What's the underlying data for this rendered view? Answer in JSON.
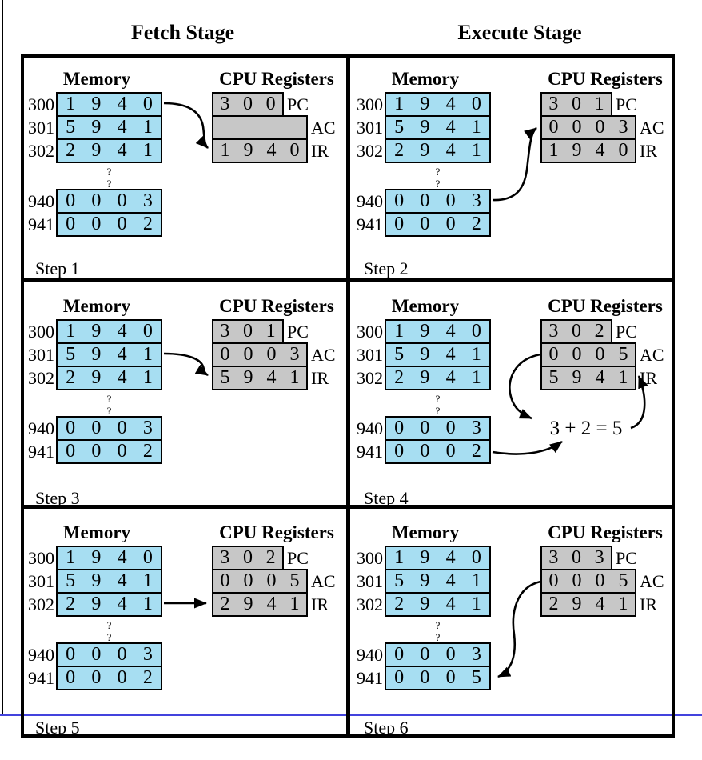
{
  "figure": {
    "stage_headers": [
      "Fetch Stage",
      "Execute Stage"
    ],
    "memory_title": "Memory",
    "registers_title": "CPU Registers",
    "register_labels": {
      "pc": "PC",
      "ac": "AC",
      "ir": "IR"
    },
    "memory_addresses": [
      "300",
      "301",
      "302",
      "940",
      "941"
    ],
    "gap_symbol": "?",
    "colors": {
      "memory_cell": "#a7def2",
      "register_cell": "#c7c7c7",
      "line_black": "#000000",
      "page_rule_blue": "#4343dd"
    }
  },
  "steps": [
    {
      "label": "Step 1",
      "memory": [
        "1 9 4 0",
        "5 9 4 1",
        "2 9 4 1",
        "0 0 0 3",
        "0 0 0 2"
      ],
      "registers": {
        "pc": "3 0 0",
        "ac": "",
        "ir": "1 9 4 0"
      },
      "arrows": [
        "mem300-to-ir"
      ]
    },
    {
      "label": "Step 2",
      "memory": [
        "1 9 4 0",
        "5 9 4 1",
        "2 9 4 1",
        "0 0 0 3",
        "0 0 0 2"
      ],
      "registers": {
        "pc": "3 0 1",
        "ac": "0 0 0 3",
        "ir": "1 9 4 0"
      },
      "arrows": [
        "mem940-to-ac"
      ]
    },
    {
      "label": "Step 3",
      "memory": [
        "1 9 4 0",
        "5 9 4 1",
        "2 9 4 1",
        "0 0 0 3",
        "0 0 0 2"
      ],
      "registers": {
        "pc": "3 0 1",
        "ac": "0 0 0 3",
        "ir": "5 9 4 1"
      },
      "arrows": [
        "mem301-to-ir"
      ]
    },
    {
      "label": "Step 4",
      "memory": [
        "1 9 4 0",
        "5 9 4 1",
        "2 9 4 1",
        "0 0 0 3",
        "0 0 0 2"
      ],
      "registers": {
        "pc": "3 0 2",
        "ac": "0 0 0 5",
        "ir": "5 9 4 1"
      },
      "annotation": "3 + 2 = 5",
      "arrows": [
        "ac-to-annotation",
        "mem941-to-annotation",
        "annotation-to-ac"
      ]
    },
    {
      "label": "Step 5",
      "memory": [
        "1 9 4 0",
        "5 9 4 1",
        "2 9 4 1",
        "0 0 0 3",
        "0 0 0 2"
      ],
      "registers": {
        "pc": "3 0 2",
        "ac": "0 0 0 5",
        "ir": "2 9 4 1"
      },
      "arrows": [
        "mem302-to-ir"
      ]
    },
    {
      "label": "Step 6",
      "memory": [
        "1 9 4 0",
        "5 9 4 1",
        "2 9 4 1",
        "0 0 0 3",
        "0 0 0 5"
      ],
      "registers": {
        "pc": "3 0 3",
        "ac": "0 0 0 5",
        "ir": "2 9 4 1"
      },
      "arrows": [
        "ac-to-mem941"
      ]
    }
  ]
}
